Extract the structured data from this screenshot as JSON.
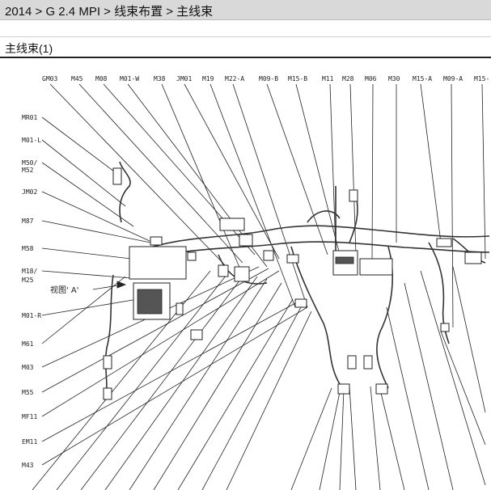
{
  "header": {
    "breadcrumb": "2014 > G 2.4 MPI > 线束布置 > 主线束"
  },
  "section": {
    "title": "主线束(1)"
  },
  "diagram": {
    "top_labels": [
      "GM03",
      "M45",
      "M08",
      "M01-W",
      "M38",
      "JM01",
      "M19",
      "M22-A",
      "M09-B",
      "M15-B",
      "M11",
      "M28",
      "M06",
      "M30",
      "M15-A",
      "M09-A",
      "M15-"
    ],
    "left_labels": [
      "MR01",
      "M01-L",
      "M50/",
      "M52",
      "JM02",
      "M87",
      "M58",
      "M18/",
      "M25",
      "M01-R",
      "M61",
      "M03",
      "M55",
      "MF11",
      "EM11",
      "M43"
    ],
    "view_label": "视图' A'"
  }
}
